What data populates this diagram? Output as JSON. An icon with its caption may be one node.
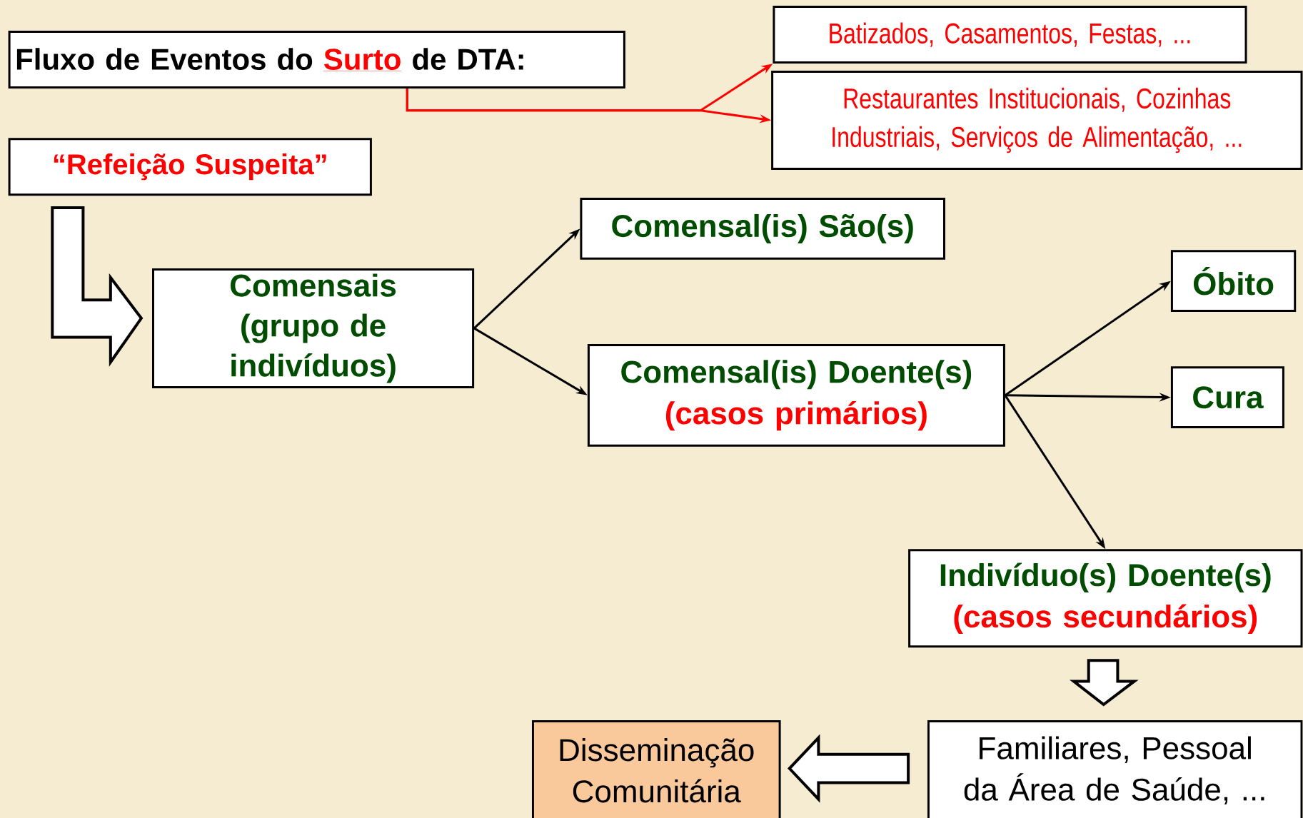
{
  "diagram": {
    "nodes": [
      {
        "text": [
          "Fluxo de Eventos do",
          "Surto",
          "de DTA:"
        ]
      },
      {
        "text": [
          "Batizados, Casamentos, Festas, ..."
        ]
      },
      {
        "text": [
          "Restaurantes Institucionais, Cozinhas Industriais, Serviços de Alimentação, ..."
        ]
      },
      {
        "text": [
          "“Refeição Suspeita”"
        ]
      },
      {
        "text": [
          "Comensais",
          "(grupo de indivíduos)"
        ]
      },
      {
        "text": [
          "Comensal(is) São(s)"
        ]
      },
      {
        "text": [
          "Comensal(is) Doente(s)",
          "(casos primários)"
        ]
      },
      {
        "text": [
          "Óbito"
        ]
      },
      {
        "text": [
          "Cura"
        ]
      },
      {
        "text": [
          "Indivíduo(s) Doente(s)",
          "(casos secundários)"
        ]
      },
      {
        "text": [
          "Familiares, Pessoal da Área de Saúde, ..."
        ]
      },
      {
        "text": [
          "Disseminação Comunitária"
        ]
      }
    ],
    "edges": [
      {
        "from": 0,
        "to": 1,
        "arrow": "to",
        "color": "#ff0000"
      },
      {
        "from": 0,
        "to": 2,
        "arrow": "to",
        "color": "#ff0000"
      },
      {
        "from": 3,
        "to": 4,
        "arrow": "to",
        "style": "thick"
      },
      {
        "from": 4,
        "to": 5,
        "arrow": "to"
      },
      {
        "from": 4,
        "to": 6,
        "arrow": "to"
      },
      {
        "from": 6,
        "to": 7,
        "arrow": "to"
      },
      {
        "from": 6,
        "to": 8,
        "arrow": "to"
      },
      {
        "from": 6,
        "to": 9,
        "arrow": "to"
      },
      {
        "from": 9,
        "to": 10,
        "arrow": "to",
        "style": "thick"
      },
      {
        "from": 10,
        "to": 11,
        "arrow": "to",
        "style": "thick"
      }
    ]
  }
}
